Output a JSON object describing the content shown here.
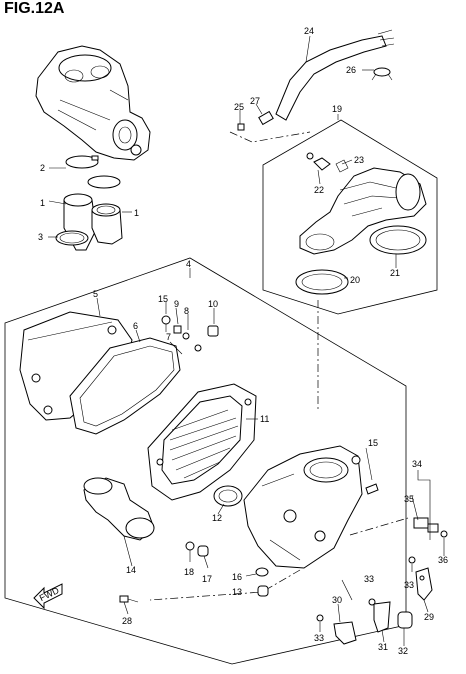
{
  "figure": {
    "title": "FIG.12A"
  },
  "parts": {
    "p1": "1",
    "p2": "2",
    "p3": "3",
    "p4": "4",
    "p5": "5",
    "p6": "6",
    "p7": "7",
    "p8": "8",
    "p9": "9",
    "p10": "10",
    "p11": "11",
    "p12": "12",
    "p13": "13",
    "p14": "14",
    "p15": "15",
    "p16": "16",
    "p17": "17",
    "p18": "18",
    "p19": "19",
    "p20": "20",
    "p21": "21",
    "p22": "22",
    "p23": "23",
    "p24": "24",
    "p25": "25",
    "p26": "26",
    "p27": "27",
    "p28": "28",
    "p29": "29",
    "p30": "30",
    "p31": "31",
    "p32": "32",
    "p33": "33",
    "p34": "34",
    "p35": "35",
    "p36": "36"
  },
  "fwd": {
    "label": "FWD",
    "icon": "forward-arrow-icon"
  }
}
